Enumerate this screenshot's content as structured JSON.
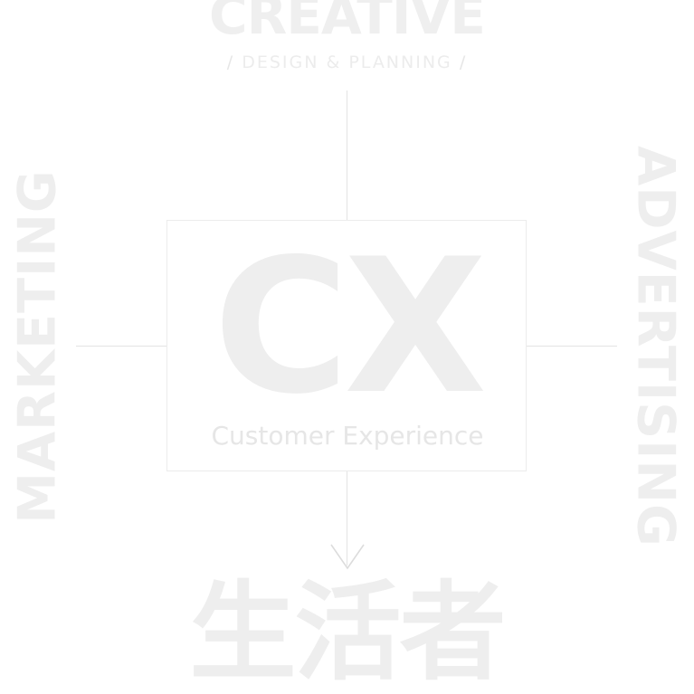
{
  "top": {
    "title": "CREATIVE",
    "subtitle": "DESIGN & PLANNING",
    "slash": "/"
  },
  "center": {
    "title": "CX",
    "subtitle": "Customer Experience"
  },
  "left": {
    "label": "MARKETING"
  },
  "right": {
    "label": "ADVERTISING"
  },
  "bottom": {
    "label": "生活者"
  },
  "colors": {
    "text": "#eeeeee",
    "lines": "#e4e4e4",
    "background": "#ffffff"
  }
}
